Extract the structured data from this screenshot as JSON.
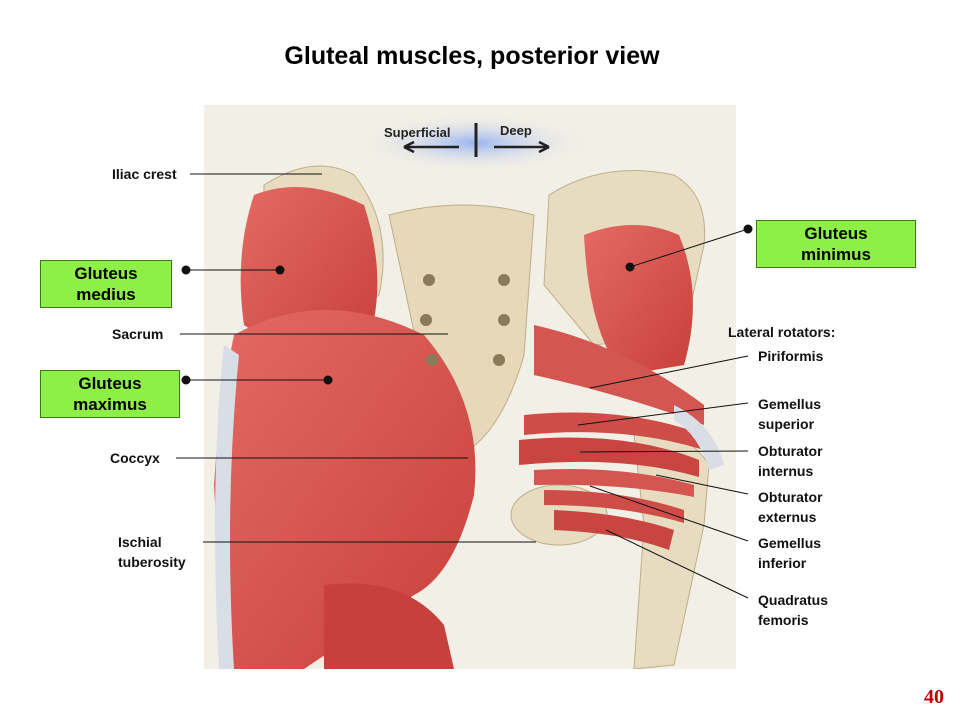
{
  "title": "Gluteal muscles, posterior view",
  "direction": {
    "superficial": "Superficial",
    "deep": "Deep"
  },
  "labels_left": {
    "iliac_crest": "Iliac crest",
    "sacrum": "Sacrum",
    "coccyx": "Coccyx",
    "ischial_tuberosity": "Ischial\ntuberosity"
  },
  "highlighted": {
    "gluteus_medius": "Gluteus\nmedius",
    "gluteus_maximus": "Gluteus\nmaximus",
    "gluteus_minimus": "Gluteus\nminimus"
  },
  "lateral_rotators": {
    "heading": "Lateral rotators:",
    "items": [
      "Piriformis",
      "Gemellus\nsuperior",
      "Obturator\ninternus",
      "Obturator\nexternus",
      "Gemellus\ninferior",
      "Quadratus\nfemoris"
    ]
  },
  "page_number": "40",
  "colors": {
    "highlight": "#8ef046",
    "page_number": "#c00000",
    "muscle": "#d9534f",
    "bone": "#e8dcc0"
  }
}
